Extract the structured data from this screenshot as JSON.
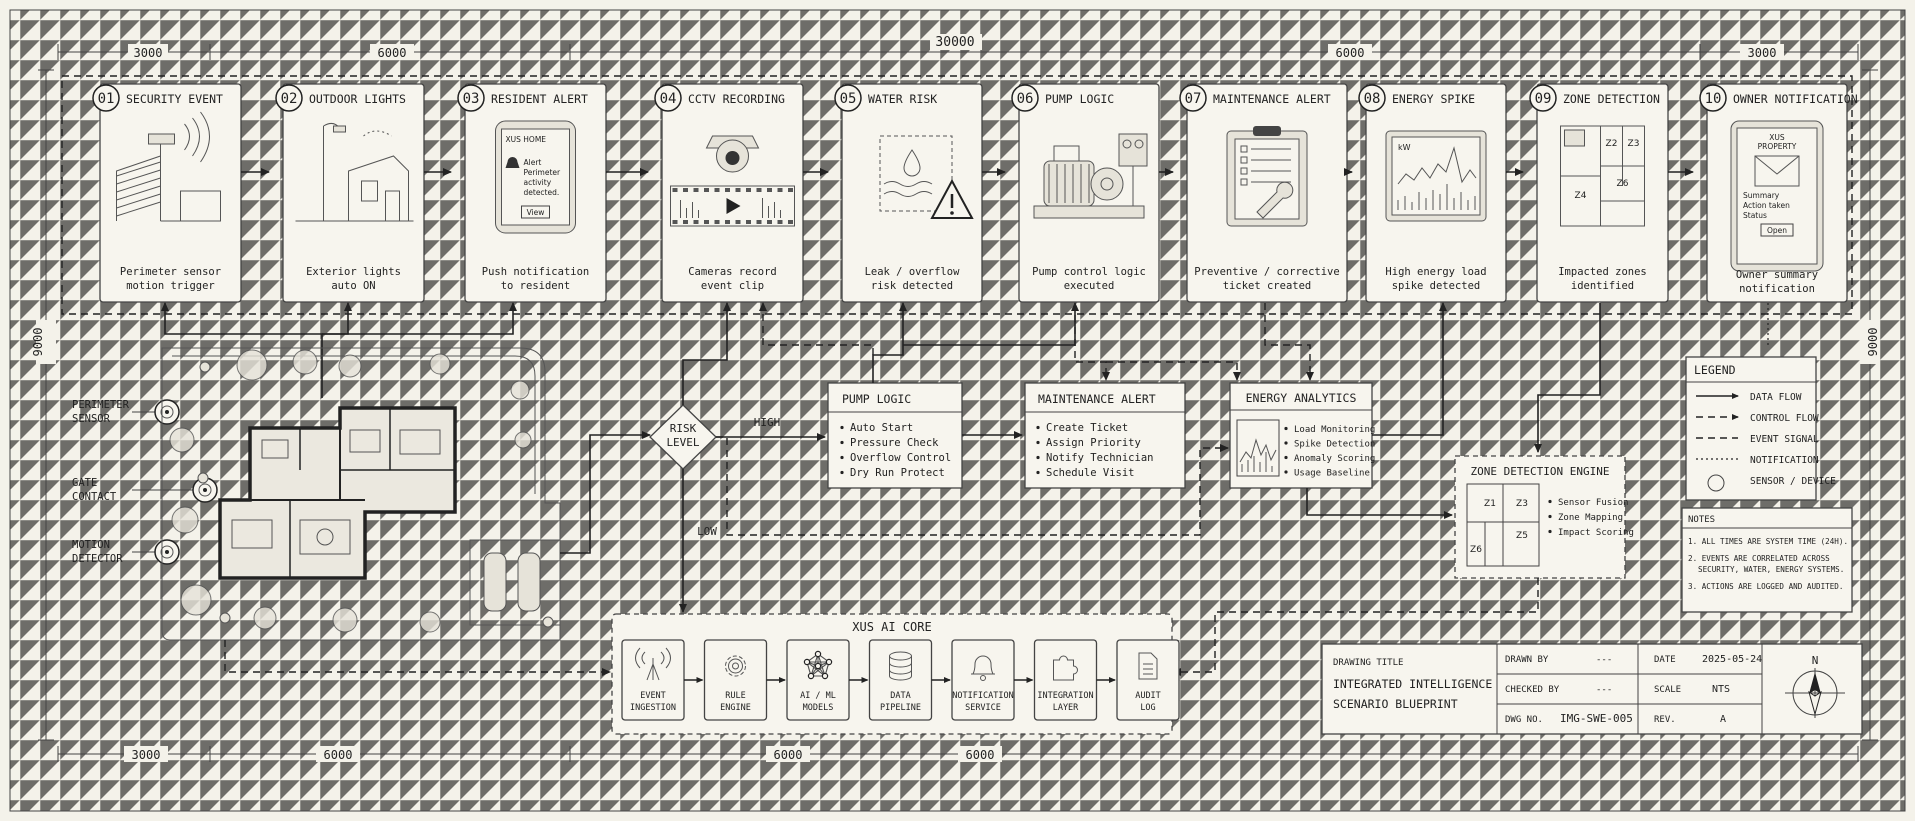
{
  "dimensions": {
    "top": [
      "3000",
      "6000",
      "30000",
      "6000",
      "3000"
    ],
    "bottom": [
      "3000",
      "6000",
      "6000",
      "6000"
    ],
    "left": "9000",
    "right": "9000"
  },
  "steps": [
    {
      "num": "01",
      "title": "SECURITY EVENT",
      "caption1": "Perimeter sensor",
      "caption2": "motion trigger",
      "icon": "security-camera-icon"
    },
    {
      "num": "02",
      "title": "OUTDOOR LIGHTS",
      "caption1": "Exterior lights",
      "caption2": "auto ON",
      "icon": "street-lamp-icon"
    },
    {
      "num": "03",
      "title": "RESIDENT ALERT",
      "caption1": "Push notification",
      "caption2": "to resident",
      "icon": "phone-alert-icon",
      "phone": {
        "app": "XUS HOME",
        "l1": "Alert",
        "l2": "Perimeter",
        "l3": "activity",
        "l4": "detected.",
        "button": "View"
      }
    },
    {
      "num": "04",
      "title": "CCTV RECORDING",
      "caption1": "Cameras record",
      "caption2": "event clip",
      "icon": "cctv-camera-icon"
    },
    {
      "num": "05",
      "title": "WATER RISK",
      "caption1": "Leak / overflow",
      "caption2": "risk detected",
      "icon": "water-warning-icon"
    },
    {
      "num": "06",
      "title": "PUMP LOGIC",
      "caption1": "Pump control logic",
      "caption2": "executed",
      "icon": "pump-icon"
    },
    {
      "num": "07",
      "title": "MAINTENANCE ALERT",
      "caption1": "Preventive / corrective",
      "caption2": "ticket created",
      "icon": "clipboard-wrench-icon"
    },
    {
      "num": "08",
      "title": "ENERGY SPIKE",
      "caption1": "High energy load",
      "caption2": "spike detected",
      "icon": "energy-chart-icon",
      "chart_unit": "kW"
    },
    {
      "num": "09",
      "title": "ZONE DETECTION",
      "caption1": "Impacted zones",
      "caption2": "identified",
      "icon": "zone-map-icon",
      "zones": [
        "Z2",
        "Z3",
        "Z6",
        "Z4"
      ]
    },
    {
      "num": "10",
      "title": "OWNER NOTIFICATION",
      "caption1": "Owner summary",
      "caption2": "notification",
      "icon": "tablet-mail-icon",
      "tablet": {
        "l1": "XUS",
        "l2": "PROPERTY",
        "s1": "Summary",
        "s2": "Action taken",
        "s3": "Status",
        "button": "Open"
      }
    }
  ],
  "sensors": [
    {
      "l1": "PERIMETER",
      "l2": "SENSOR"
    },
    {
      "l1": "GATE",
      "l2": "CONTACT"
    },
    {
      "l1": "MOTION",
      "l2": "DETECTOR"
    }
  ],
  "risk": {
    "l1": "RISK",
    "l2": "LEVEL",
    "high": "HIGH",
    "low": "LOW"
  },
  "pump_logic": {
    "title": "PUMP LOGIC",
    "items": [
      "Auto Start",
      "Pressure Check",
      "Overflow Control",
      "Dry Run Protect"
    ]
  },
  "maintenance_alert": {
    "title": "MAINTENANCE ALERT",
    "items": [
      "Create Ticket",
      "Assign Priority",
      "Notify Technician",
      "Schedule Visit"
    ]
  },
  "energy_analytics": {
    "title": "ENERGY ANALYTICS",
    "items": [
      "Load Monitoring",
      "Spike Detection",
      "Anomaly Scoring",
      "Usage Baseline"
    ]
  },
  "zone_engine": {
    "title": "ZONE DETECTION ENGINE",
    "zones": [
      "Z1",
      "Z3",
      "Z5",
      "Z6"
    ],
    "items": [
      "Sensor Fusion",
      "Zone Mapping",
      "Impact Scoring"
    ]
  },
  "ai_core": {
    "title": "XUS AI CORE",
    "modules": [
      {
        "l1": "EVENT",
        "l2": "INGESTION",
        "icon": "antenna-icon"
      },
      {
        "l1": "RULE",
        "l2": "ENGINE",
        "icon": "gear-icon"
      },
      {
        "l1": "AI / ML",
        "l2": "MODELS",
        "icon": "neural-network-icon"
      },
      {
        "l1": "DATA",
        "l2": "PIPELINE",
        "icon": "database-icon"
      },
      {
        "l1": "NOTIFICATION",
        "l2": "SERVICE",
        "icon": "bell-icon"
      },
      {
        "l1": "INTEGRATION",
        "l2": "LAYER",
        "icon": "puzzle-icon"
      },
      {
        "l1": "AUDIT",
        "l2": "LOG",
        "icon": "document-icon"
      }
    ]
  },
  "legend": {
    "title": "LEGEND",
    "items": [
      {
        "label": "DATA FLOW",
        "style": "solid-arrow"
      },
      {
        "label": "CONTROL FLOW",
        "style": "dashed-arrow"
      },
      {
        "label": "EVENT SIGNAL",
        "style": "dashed"
      },
      {
        "label": "NOTIFICATION",
        "style": "dotted"
      },
      {
        "label": "SENSOR / DEVICE",
        "style": "circle"
      }
    ]
  },
  "notes": {
    "title": "NOTES",
    "items": [
      {
        "l1": "1. ALL TIMES ARE SYSTEM TIME (24H).",
        "l2": ""
      },
      {
        "l1": "2. EVENTS ARE CORRELATED ACROSS",
        "l2": "SECURITY, WATER, ENERGY SYSTEMS."
      },
      {
        "l1": "3. ACTIONS ARE LOGGED AND AUDITED.",
        "l2": ""
      }
    ]
  },
  "title_block": {
    "drawing_title_label": "DRAWING TITLE",
    "title_l1": "INTEGRATED INTELLIGENCE",
    "title_l2": "SCENARIO BLUEPRINT",
    "drawn_by_label": "DRAWN BY",
    "drawn_by": "---",
    "checked_by_label": "CHECKED BY",
    "checked_by": "---",
    "dwg_no_label": "DWG NO.",
    "dwg_no": "IMG-SWE-005",
    "date_label": "DATE",
    "date": "2025-05-24",
    "scale_label": "SCALE",
    "scale": "NTS",
    "rev_label": "REV.",
    "rev": "A",
    "north": "N"
  }
}
